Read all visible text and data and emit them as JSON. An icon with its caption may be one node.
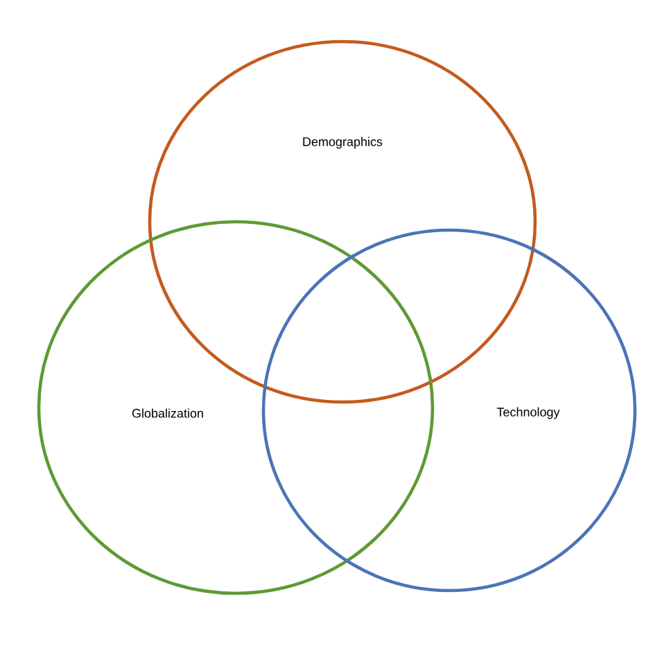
{
  "diagram": {
    "nodes": [
      {
        "text": [
          "Demographics"
        ]
      },
      {
        "text": [
          "Globalization"
        ]
      },
      {
        "text": [
          "Technology"
        ]
      }
    ]
  }
}
